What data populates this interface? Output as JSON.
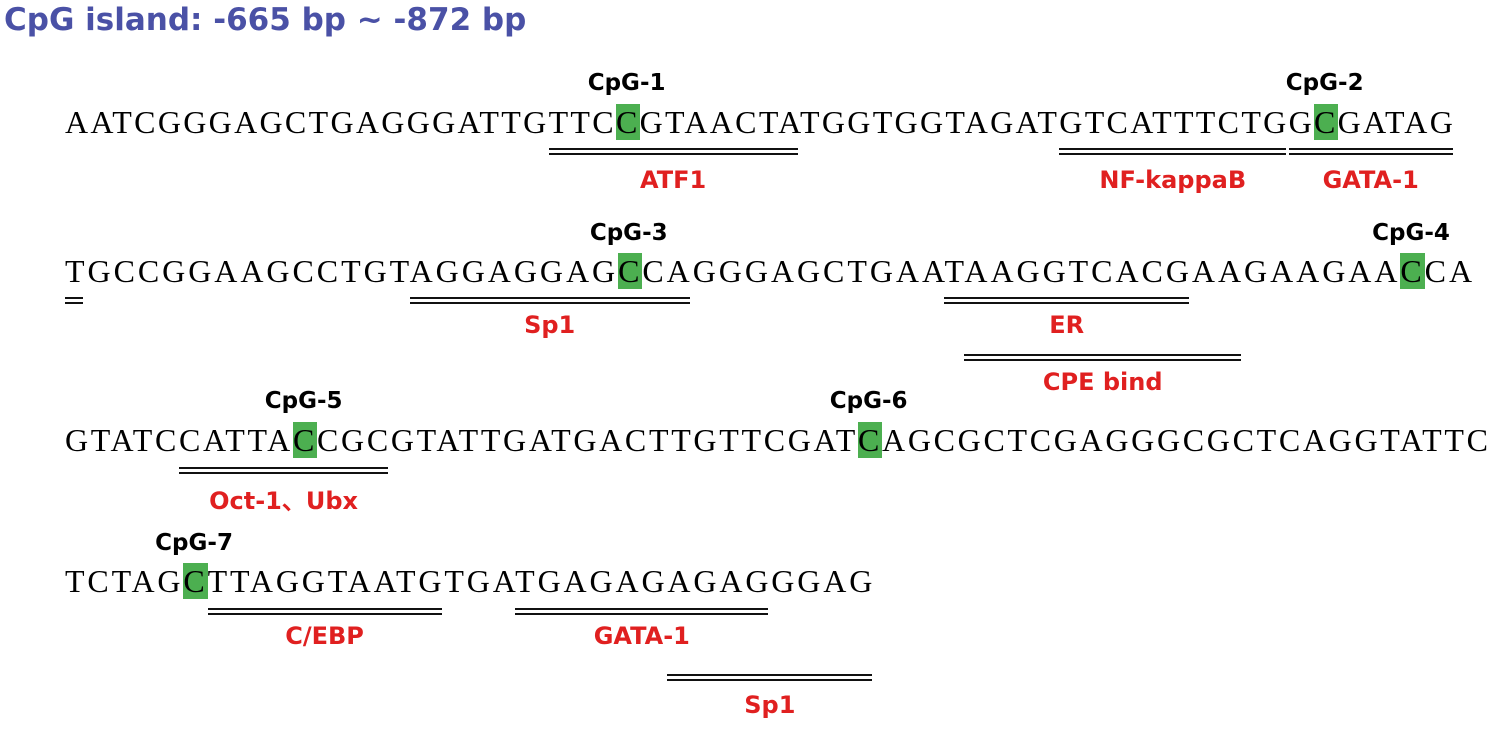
{
  "title": "CpG island: -665 bp ~ -872 bp",
  "colors": {
    "title": "#4a51a6",
    "cpg_highlight": "#4caf50",
    "tfbs_label": "#e02020"
  },
  "rows": [
    {
      "sequence": "AATCGGGAGCTGAGGGATTGTTCCGTAACTATGGTGGTAGATGTCATTTCTGGCGATAG",
      "cpg_sites": [
        {
          "pos": 23,
          "label": "CpG-1"
        },
        {
          "pos": 53,
          "label": "CpG-2"
        }
      ],
      "tfbs": [
        {
          "start": 20,
          "end": 30,
          "label": "ATF1"
        },
        {
          "start": 42,
          "end": 51,
          "label": "NF-kappaB"
        },
        {
          "start": 52,
          "end": 60,
          "label": "GATA-1"
        }
      ]
    },
    {
      "sequence": "TGCCGGAAGCCTGTAGGAGGAGCCAGGGAGCTGAATAAGGTCACGAAGAAGAACCA",
      "cpg_sites": [
        {
          "pos": 22,
          "label": "CpG-3"
        },
        {
          "pos": 53,
          "label": "CpG-4"
        }
      ],
      "tfbs": [
        {
          "start": 0,
          "end": 0,
          "label": ""
        },
        {
          "start": 14,
          "end": 24,
          "label": "Sp1"
        },
        {
          "start": 35,
          "end": 44,
          "label": "ER"
        },
        {
          "start": 36,
          "end": 46,
          "label": "CPE bind"
        }
      ]
    },
    {
      "sequence": "GTATCCATTACCGCGTATTGATGACTTGTTCGATCAGCGCTCGAGGGCGCTCAGGTATTC",
      "cpg_sites": [
        {
          "pos": 10,
          "label": "CpG-5"
        },
        {
          "pos": 34,
          "label": "CpG-6"
        }
      ],
      "tfbs": [
        {
          "start": 5,
          "end": 13,
          "label": "Oct-1、Ubx"
        }
      ]
    },
    {
      "sequence": "TCTAGCTTAGGTAATGTGATGAGAGAGAGGGAG",
      "cpg_sites": [
        {
          "pos": 5,
          "label": "CpG-7"
        }
      ],
      "tfbs": [
        {
          "start": 6,
          "end": 15,
          "label": "C/EBP"
        },
        {
          "start": 19,
          "end": 28,
          "label": "GATA-1"
        },
        {
          "start": 25,
          "end": 35,
          "label": "Sp1"
        }
      ]
    }
  ]
}
